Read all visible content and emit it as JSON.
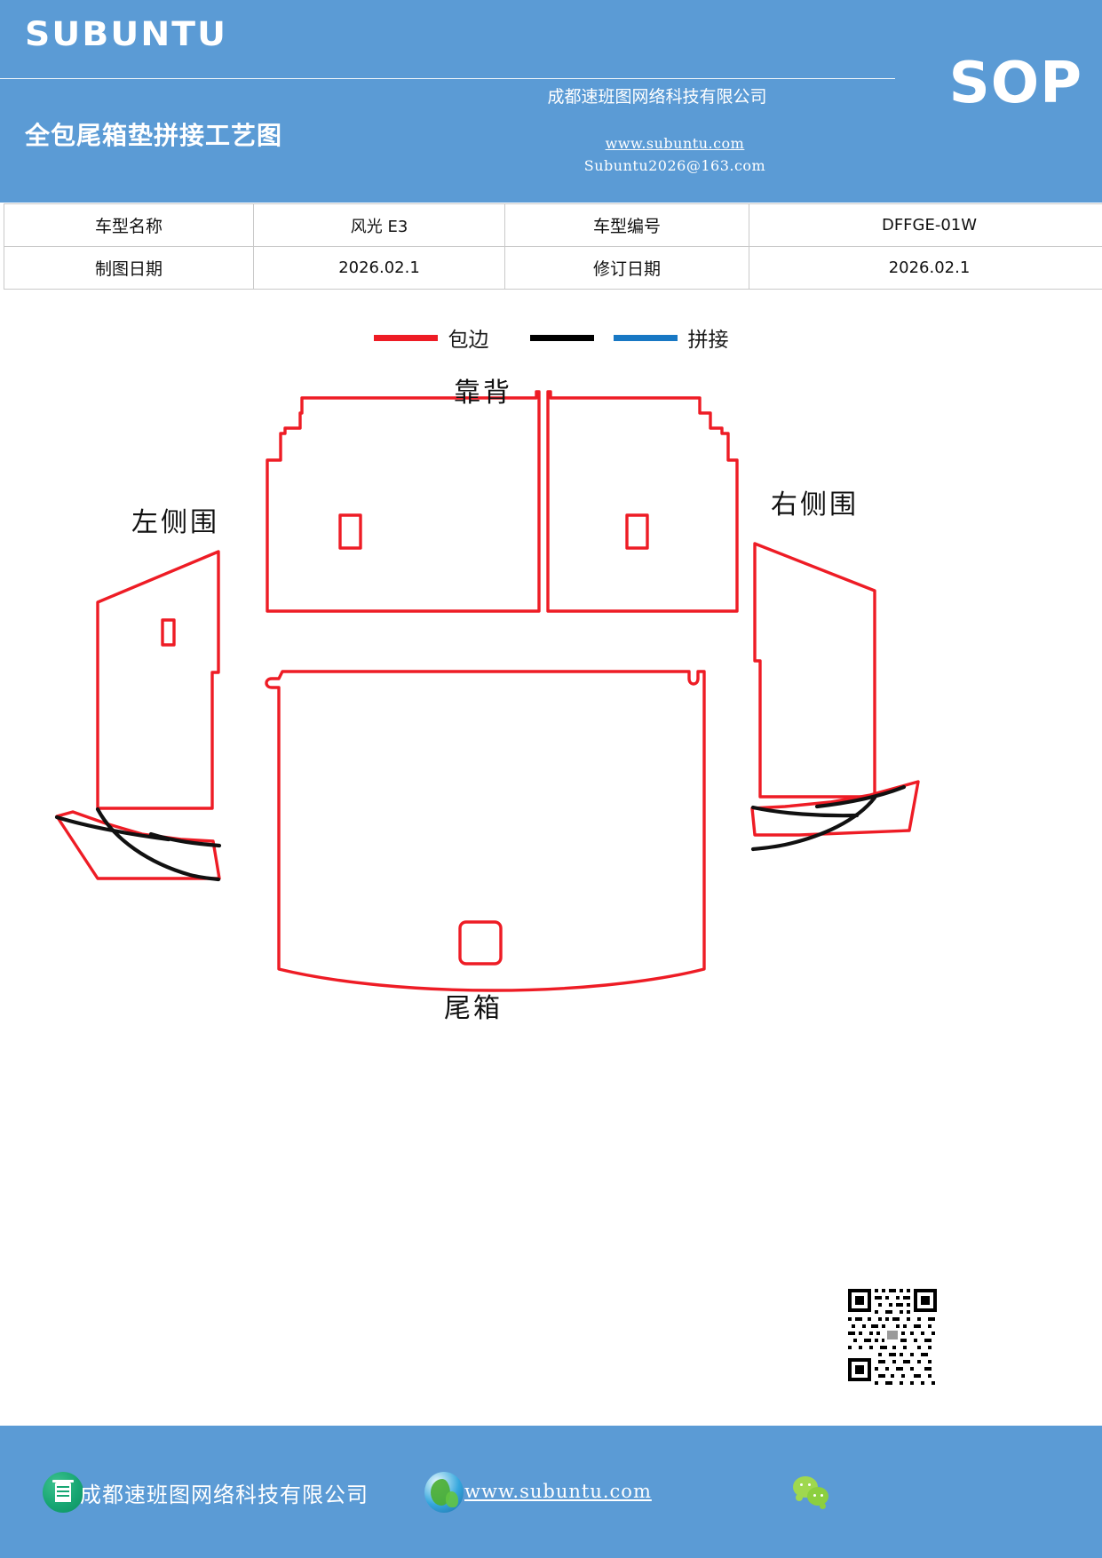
{
  "header": {
    "logo": "SUBUNTU",
    "doc_type": "SOP",
    "title": "全包尾箱垫拼接工艺图",
    "company": "成都速班图网络科技有限公司",
    "website": "www.subuntu.com",
    "email": "Subuntu2026@163.com",
    "bg_color": "#5B9BD5"
  },
  "info_table": {
    "rows": [
      {
        "label1": "车型名称",
        "value1": "风光 E3",
        "label2": "车型编号",
        "value2": "DFFGE-01W"
      },
      {
        "label1": "制图日期",
        "value1": "2026.02.1",
        "label2": "修订日期",
        "value2": "2026.02.1"
      }
    ]
  },
  "legend": {
    "items": [
      {
        "label": "包边",
        "color": "#ee1c25"
      },
      {
        "label": "拼接",
        "color": "#000000",
        "color2": "#1878c4"
      }
    ]
  },
  "diagram": {
    "labels": {
      "backrest": "靠背",
      "left_side": "左侧围",
      "right_side": "右侧围",
      "trunk": "尾箱"
    },
    "line_colors": {
      "binding": "#ee1c25",
      "seam_black": "#111111",
      "seam_blue": "#1878c4"
    }
  },
  "footer": {
    "company": "成都速班图网络科技有限公司",
    "website": "www.subuntu.com",
    "bg_color": "#5B9BD5"
  }
}
